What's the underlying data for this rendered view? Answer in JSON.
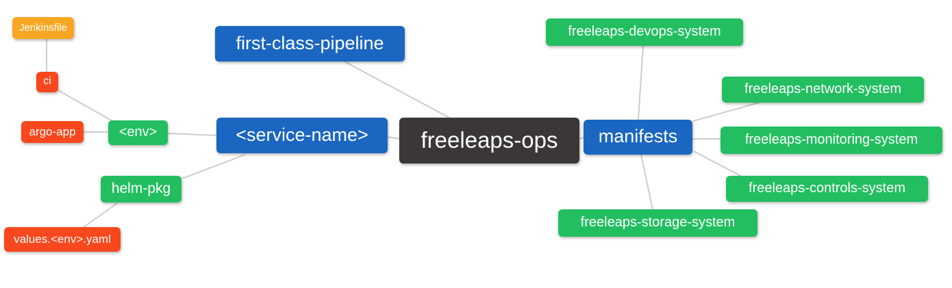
{
  "diagram": {
    "title": "freeleaps-ops repository structure mind map",
    "nodes": [
      {
        "id": "freeleaps-ops",
        "label": "freeleaps-ops",
        "role": "root",
        "color": "#3a3736"
      },
      {
        "id": "first-class-pipeline",
        "label": "first-class-pipeline",
        "role": "branch",
        "color": "#1a66c0"
      },
      {
        "id": "service-name",
        "label": "<service-name>",
        "role": "branch",
        "color": "#1a66c0"
      },
      {
        "id": "manifests",
        "label": "manifests",
        "role": "branch",
        "color": "#1a66c0"
      },
      {
        "id": "env",
        "label": "<env>",
        "role": "leaf",
        "color": "#22be60"
      },
      {
        "id": "helm-pkg",
        "label": "helm-pkg",
        "role": "leaf",
        "color": "#22be60"
      },
      {
        "id": "ci",
        "label": "ci",
        "role": "leaf",
        "color": "#f9481d"
      },
      {
        "id": "argo-app",
        "label": "argo-app",
        "role": "leaf",
        "color": "#f9481d"
      },
      {
        "id": "jenkinsfile",
        "label": "Jenkinsfile",
        "role": "leaf",
        "color": "#f9a723"
      },
      {
        "id": "values-env-yaml",
        "label": "values.<env>.yaml",
        "role": "leaf",
        "color": "#f9481d"
      },
      {
        "id": "freeleaps-devops-system",
        "label": "freeleaps-devops-system",
        "role": "leaf",
        "color": "#22be60"
      },
      {
        "id": "freeleaps-network-system",
        "label": "freeleaps-network-system",
        "role": "leaf",
        "color": "#22be60"
      },
      {
        "id": "freeleaps-monitoring-system",
        "label": "freeleaps-monitoring-system",
        "role": "leaf",
        "color": "#22be60"
      },
      {
        "id": "freeleaps-controls-system",
        "label": "freeleaps-controls-system",
        "role": "leaf",
        "color": "#22be60"
      },
      {
        "id": "freeleaps-storage-system",
        "label": "freeleaps-storage-system",
        "role": "leaf",
        "color": "#22be60"
      }
    ],
    "edges": [
      {
        "from": "jenkinsfile",
        "to": "ci"
      },
      {
        "from": "ci",
        "to": "env"
      },
      {
        "from": "argo-app",
        "to": "env"
      },
      {
        "from": "env",
        "to": "service-name"
      },
      {
        "from": "helm-pkg",
        "to": "service-name"
      },
      {
        "from": "values-env-yaml",
        "to": "helm-pkg"
      },
      {
        "from": "first-class-pipeline",
        "to": "freeleaps-ops"
      },
      {
        "from": "service-name",
        "to": "freeleaps-ops"
      },
      {
        "from": "freeleaps-ops",
        "to": "manifests"
      },
      {
        "from": "manifests",
        "to": "freeleaps-devops-system"
      },
      {
        "from": "manifests",
        "to": "freeleaps-network-system"
      },
      {
        "from": "manifests",
        "to": "freeleaps-monitoring-system"
      },
      {
        "from": "manifests",
        "to": "freeleaps-controls-system"
      },
      {
        "from": "manifests",
        "to": "freeleaps-storage-system"
      }
    ]
  },
  "palette": {
    "root_bg": "#3a3736",
    "branch_blue": "#1a66c0",
    "leaf_green": "#22be60",
    "leaf_red": "#f9481d",
    "leaf_amber": "#f9a723",
    "node_text": "#ffffff",
    "edge_color": "#cccccc",
    "background": "#ffffff"
  }
}
